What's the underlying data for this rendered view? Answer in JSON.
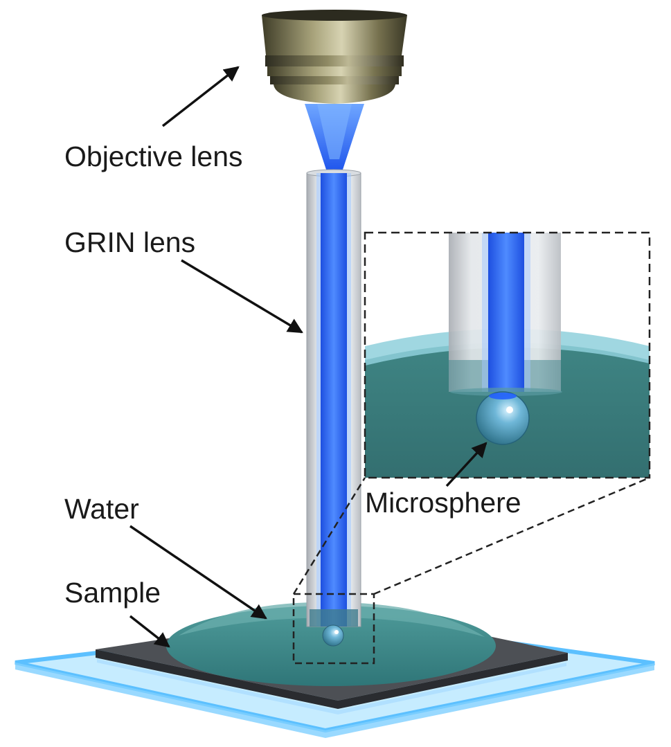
{
  "labels": {
    "objective_lens": "Objective lens",
    "grin_lens": "GRIN lens",
    "water": "Water",
    "sample": "Sample",
    "microsphere": "Microsphere"
  },
  "colors": {
    "beam": "#2f6dff",
    "glass": "#c8ccd2",
    "water": "#3f8d8d",
    "substrate": "#8fd3ff",
    "sample": "#4a4d52",
    "objective": "#6e6a45"
  }
}
